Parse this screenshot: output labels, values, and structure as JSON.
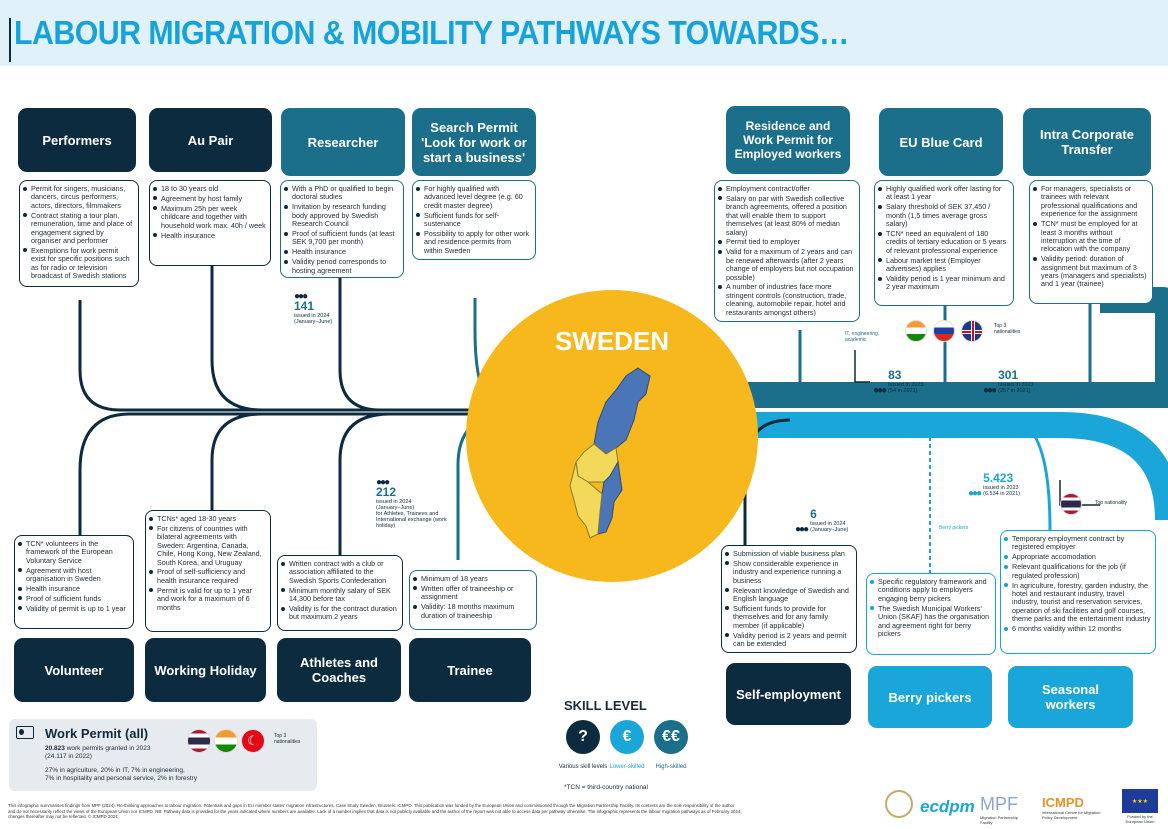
{
  "title": "LABOUR MIGRATION & MOBILITY PATHWAYS TOWARDS…",
  "center": "SWEDEN",
  "colors": {
    "navy": "#0d2b3e",
    "teal": "#1b6f8a",
    "cyan": "#1aa6d8",
    "yellow": "#f6b81c",
    "blue": "#4a76b8",
    "light": "#e1f1fa"
  },
  "top": {
    "performers": {
      "title": "Performers",
      "items": [
        "Permit for singers, musicians, dancers, circus performers, actors, directors, filmmakers",
        "Contract stating a tour plan, remuneration, time and place of engagement signed by organiser and performer",
        "Exemptions for work permit exist for specific positions such as for radio or television broadcast of Swedish stations"
      ]
    },
    "aupair": {
      "title": "Au Pair",
      "items": [
        "18 to 30 years old",
        "Agreement by host family",
        "Maximum 25h per week childcare and together with household work max. 40h / week",
        "Health insurance"
      ]
    },
    "researcher": {
      "title": "Researcher",
      "items": [
        "With a PhD or qualified to begin doctoral studies",
        "Invitation by research funding body approved by Swedish Research Council",
        "Proof of sufficient funds (at least SEK 9,700 per month)",
        "Health insurance",
        "Validity period corresponds to hosting agreement"
      ],
      "stat": "141",
      "stat_note": "issued in 2024",
      "stat_note2": "(January–June)"
    },
    "search": {
      "title": "Search Permit 'Look for work or start a business'",
      "items": [
        "For highly qualified with advanced level degree (e.g. 60 credit master degree)",
        "Sufficient funds for self-sustenance",
        "Possibility to apply for other work and residence permits from within Sweden"
      ]
    },
    "employed": {
      "title": "Residence and Work Permit for Employed workers",
      "items": [
        "Employment contract/offer",
        "Salary on par with Swedish collective branch agreements, offered a position that will enable them to support themselves (at least 80% of median salary)",
        "Permit tied to employer",
        "Valid for a maximum of 2 years and can be renewed afterwards (after 2 years change of employers but not occupation possible)",
        "A number of industries face more stringent controls (construction, trade, cleaning, automobile repair, hotel and restaurants amongst others)"
      ]
    },
    "bluecard": {
      "title": "EU Blue Card",
      "items": [
        "Highly qualified work offer lasting for at least 1 year",
        "Salary threshold of SEK 37,450 / month (1,5 times average gross salary)",
        "TCN* need an equivalent of 180 credits of tertiary education or 5 years of relevant professional experience",
        "Labour market test (Employer advertises) applies",
        "Validity period is 1 year minimum and 2 year maximum"
      ],
      "sector": "IT, engineering, academic",
      "stat": "83",
      "stat_note": "issued in 2023",
      "stat_note2": "(54 in 2021)",
      "flags_note": "Top 3 nationalities"
    },
    "ict": {
      "title": "Intra Corporate Transfer",
      "items": [
        "For managers, specialists or trainees with relevant professional qualifications and experience for the assignment",
        "TCN* must be employed for at least 3 months without interruption at the time of relocation with the company",
        "Validity period: duration of assignment but maximum of 3 years (managers and specialists) and 1 year (trainee)"
      ],
      "stat": "301",
      "stat_note": "issued in 2023",
      "stat_note2": "(257 in 2021)"
    }
  },
  "bottom": {
    "volunteer": {
      "title": "Volunteer",
      "items": [
        "TCN* volunteers in the framework of the European Voluntary Service",
        "Agreement with host organisation in Sweden",
        "Health insurance",
        "Proof of sufficient funds",
        "Validity of permit is up to 1 year"
      ]
    },
    "holiday": {
      "title": "Working Holiday",
      "items": [
        "TCNs* aged 18-30 years",
        "For citizens of countries with bilateral agreements with Sweden: Argentina, Canada, Chile, Hong Kong, New Zealand, South Korea, and Uruguay",
        "Proof of self-sufficiency and health insurance required",
        "Permit is valid for up to 1 year and work for a maximum of 6 months"
      ]
    },
    "athletes": {
      "title": "Athletes and Coaches",
      "items": [
        "Written contract with a club or association affiliated to the Swedish Sports Confederation",
        "Minimum monthly salary of SEK 14,300 before tax",
        "Validity is for the contract duration but maximum 2 years"
      ],
      "stat": "212",
      "stat_note": "issued in 2024",
      "stat_note2": "(January–June)",
      "stat_note3": "for Athletes, Trainees and International exchange (work holiday)"
    },
    "trainee": {
      "title": "Trainee",
      "items": [
        "Minimum of 18 years",
        "Written offer of traineeship or assignment",
        "Validity: 18 months maximum duration of traineeship"
      ]
    },
    "self": {
      "title": "Self-employment",
      "items": [
        "Submission of viable business plan",
        "Show considerable experience in industry and experience running a business",
        "Relevant knowledge of Swedish and English language",
        "Sufficient funds to provide for themselves and for any family member (if applicable)",
        "Validity period is 2 years and permit can be extended"
      ],
      "stat": "6",
      "stat_note": "issued in 2024",
      "stat_note2": "(January–June)"
    },
    "berry": {
      "title": "Berry pickers",
      "items": [
        "Specific regulatory framework and conditions apply to employers engaging berry pickers",
        "The Swedish Municipal Workers' Union (SKAF) has the organisation and agreement right for berry pickers"
      ],
      "tag": "Berry pickers"
    },
    "seasonal": {
      "title": "Seasonal workers",
      "items": [
        "Temporary employment contract by registered employer",
        "Appropriate accomodation",
        "Relevant qualifications for the job (if regulated profession)",
        "In agriculture, forestry, garden industry, the hotel and restaurant industry, travel industry, tourist and reservation services, operation of ski facilities and golf courses, theme parks and the entertainment industry",
        "6 months validity within 12 months"
      ],
      "stat": "5.423",
      "stat_note": "issued in 2023",
      "stat_note2": "(6.534 in 2021)",
      "flag_note": "Top nationality"
    }
  },
  "skill": {
    "title": "SKILL LEVEL",
    "levels": [
      "Various skill levels",
      "Lower-skilled",
      "High-skilled"
    ],
    "note": "*TCN = third-country national"
  },
  "workpermit": {
    "title": "Work Permit (all)",
    "count": "20.823",
    "line1": "work permits granted in 2023",
    "line1b": "(24.117 in 2022)",
    "line2": "27% in agriculture, 20% in IT, 7% in engineering,",
    "line3": "7% in hospitality and personal service, 2% in forestry",
    "flags_note": "Top 3 nationalities"
  },
  "footer": {
    "line1": "This infographic summarises findings from MPF (2024). Re-thinking approaches to labour migration. Potentials and gaps in EU member states' migration infrastructures. Case Study Sweden, Brussels: ICMPD. This publication was funded by the European Union and commissioned through the Migration Partnership Facility. Its contents are the sole responsibility of the author",
    "line2": "and do not necessarily reflect the views of the European Union nor ICMPD. NB: Pathway data is provided for the years indicated where numbers are available. Lack of a number implies that data is not publicly available and the author of the report was not able to access data per pathway otherwise. The infographic represents the labour migration pathways as of February 2024,",
    "line3": "changes thereafter may not be reflected. © ICMPD 2024"
  },
  "logos": {
    "ecdpm": "ecdpm",
    "mpf": "MPF",
    "mpf_sub": "Migration Partnership Facility",
    "icmpd": "ICMPD",
    "icmpd_sub": "International Centre for Migration Policy Development",
    "eu": "Funded by the European Union"
  }
}
